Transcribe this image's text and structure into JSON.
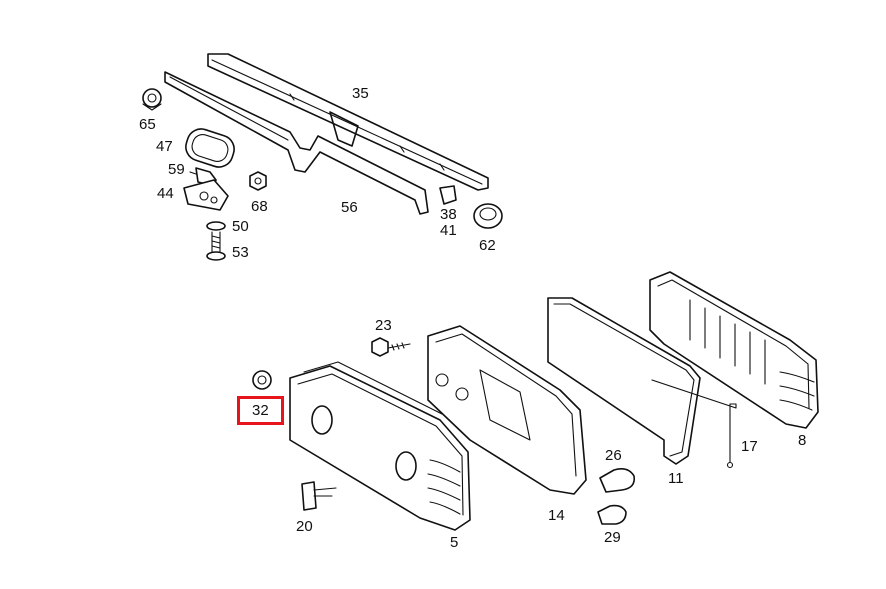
{
  "parts": {
    "p35": "35",
    "p65": "65",
    "p47": "47",
    "p59": "59",
    "p44": "44",
    "p68": "68",
    "p56": "56",
    "p50": "50",
    "p53": "53",
    "p38": "38",
    "p41": "41",
    "p62": "62",
    "p23": "23",
    "p32": "32",
    "p20": "20",
    "p5": "5",
    "p14": "14",
    "p26": "26",
    "p29": "29",
    "p11": "11",
    "p17": "17",
    "p8": "8"
  },
  "highlight": {
    "part": "32",
    "color": "#e8141c"
  }
}
